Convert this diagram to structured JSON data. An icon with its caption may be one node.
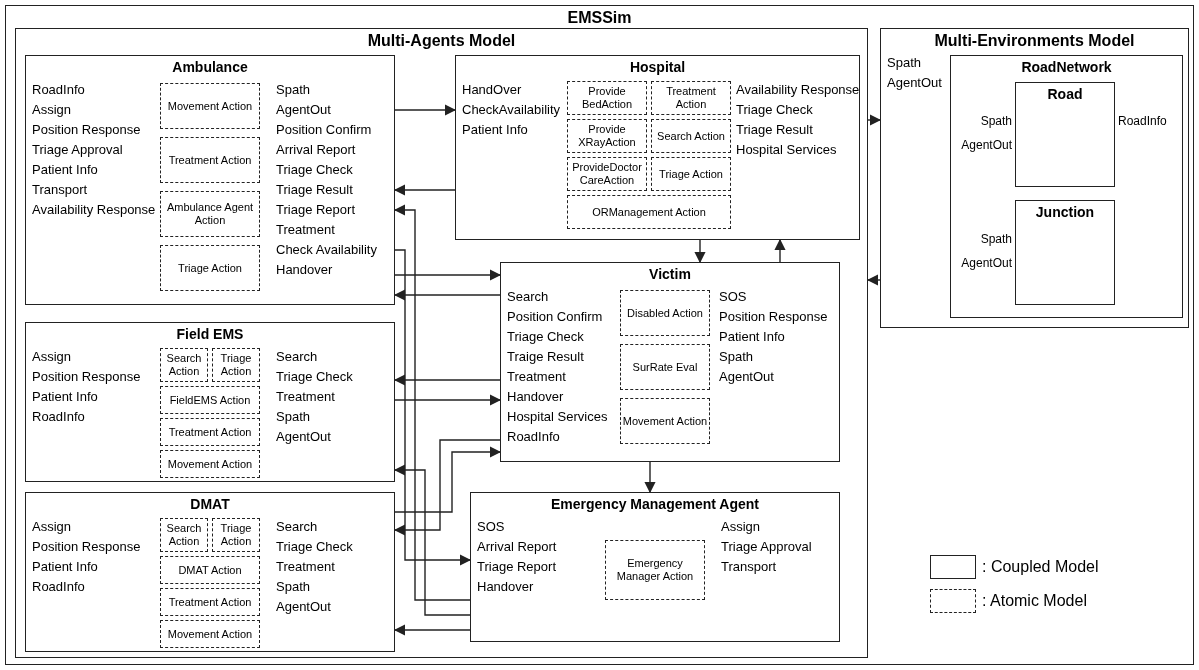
{
  "diagram": {
    "nodes": [
      {
        "text": [
          "EMSSim"
        ]
      },
      {
        "text": [
          "Multi-Agents Model"
        ],
        "in": 0
      },
      {
        "text": [
          "Ambulance"
        ],
        "in": 1,
        "beside": [
          "RoadInfo",
          "Assign",
          "Position Response",
          "Triage Approval",
          "Patient Info",
          "Transport",
          "Availability Response",
          "Spath",
          "AgentOut",
          "Position Confirm",
          "Arrival Report",
          "Triage Check",
          "Triage Result",
          "Triage Report",
          "Treatment",
          "Check Availability",
          "Handover"
        ]
      },
      {
        "text": [
          "Movement Action"
        ],
        "in": 2
      },
      {
        "text": [
          "Treatment Action"
        ],
        "in": 2
      },
      {
        "text": [
          "Ambulance Agent Action"
        ],
        "in": 2
      },
      {
        "text": [
          "Triage Action"
        ],
        "in": 2
      },
      {
        "text": [
          "Hospital"
        ],
        "in": 1,
        "beside": [
          "HandOver",
          "CheckAvailability",
          "Patient Info",
          "Availability Response",
          "Triage Check",
          "Triage Result",
          "Hospital Services"
        ]
      },
      {
        "text": [
          "Provide BedAction"
        ],
        "in": 7
      },
      {
        "text": [
          "Treatment Action"
        ],
        "in": 7
      },
      {
        "text": [
          "Provide XRayAction"
        ],
        "in": 7
      },
      {
        "text": [
          "Search Action"
        ],
        "in": 7
      },
      {
        "text": [
          "ProvideDoctor CareAction"
        ],
        "in": 7
      },
      {
        "text": [
          "Triage Action"
        ],
        "in": 7
      },
      {
        "text": [
          "ORManagement Action"
        ],
        "in": 7
      },
      {
        "text": [
          "Victim"
        ],
        "in": 1,
        "beside": [
          "Search",
          "Position Confirm",
          "Triage Check",
          "Traige Result",
          "Treatment",
          "Handover",
          "Hospital Services",
          "RoadInfo",
          "SOS",
          "Position Response",
          "Patient Info",
          "Spath",
          "AgentOut"
        ]
      },
      {
        "text": [
          "Disabled Action"
        ],
        "in": 15
      },
      {
        "text": [
          "SurRate Eval"
        ],
        "in": 15
      },
      {
        "text": [
          "Movement Action"
        ],
        "in": 15
      },
      {
        "text": [
          "Field EMS"
        ],
        "in": 1,
        "beside": [
          "Assign",
          "Position Response",
          "Patient Info",
          "RoadInfo",
          "Search",
          "Triage Check",
          "Treatment",
          "Spath",
          "AgentOut"
        ]
      },
      {
        "text": [
          "Search Action"
        ],
        "in": 19
      },
      {
        "text": [
          "Triage Action"
        ],
        "in": 19
      },
      {
        "text": [
          "FieldEMS Action"
        ],
        "in": 19
      },
      {
        "text": [
          "Treatment Action"
        ],
        "in": 19
      },
      {
        "text": [
          "Movement Action"
        ],
        "in": 19
      },
      {
        "text": [
          "DMAT"
        ],
        "in": 1,
        "beside": [
          "Assign",
          "Position Response",
          "Patient Info",
          "RoadInfo",
          "Search",
          "Triage Check",
          "Treatment",
          "Spath",
          "AgentOut"
        ]
      },
      {
        "text": [
          "Search Action"
        ],
        "in": 25
      },
      {
        "text": [
          "Triage Action"
        ],
        "in": 25
      },
      {
        "text": [
          "DMAT Action"
        ],
        "in": 25
      },
      {
        "text": [
          "Treatment Action"
        ],
        "in": 25
      },
      {
        "text": [
          "Movement Action"
        ],
        "in": 25
      },
      {
        "text": [
          "Emergency Management Agent"
        ],
        "in": 1,
        "beside": [
          "SOS",
          "Arrival Report",
          "Triage Report",
          "Handover",
          "Assign",
          "Triage Approval",
          "Transport"
        ]
      },
      {
        "text": [
          "Emergency Manager Action"
        ],
        "in": 31
      },
      {
        "text": [
          "Multi-Environments Model"
        ],
        "in": 0,
        "beside": [
          "Spath",
          "AgentOut"
        ]
      },
      {
        "text": [
          "RoadNetwork"
        ],
        "in": 33
      },
      {
        "text": [
          "Road"
        ],
        "in": 34,
        "beside": [
          "Spath",
          "AgentOut",
          "RoadInfo"
        ]
      },
      {
        "text": [
          "Junction"
        ],
        "in": 34,
        "beside": [
          "Spath",
          "AgentOut"
        ]
      }
    ],
    "edges": [
      {
        "from": 2,
        "to": 7,
        "arrow": "to"
      },
      {
        "from": 2,
        "to": 15,
        "arrow": "to"
      },
      {
        "from": 2,
        "to": 31,
        "arrow": "to"
      },
      {
        "from": 7,
        "to": 2,
        "arrow": "to"
      },
      {
        "from": 7,
        "to": 15,
        "arrow": "to"
      },
      {
        "from": 15,
        "to": 31,
        "arrow": "to"
      },
      {
        "from": 15,
        "to": 2,
        "arrow": "to"
      },
      {
        "from": 15,
        "to": 7,
        "arrow": "to"
      },
      {
        "from": 15,
        "to": 19,
        "arrow": "to"
      },
      {
        "from": 15,
        "to": 25,
        "arrow": "to"
      },
      {
        "from": 19,
        "to": 15,
        "arrow": "to"
      },
      {
        "from": 25,
        "to": 15,
        "arrow": "to"
      },
      {
        "from": 31,
        "to": 2,
        "arrow": "to"
      },
      {
        "from": 31,
        "to": 19,
        "arrow": "to"
      },
      {
        "from": 31,
        "to": 25,
        "arrow": "to"
      },
      {
        "from": 1,
        "to": 33,
        "arrow": "to"
      },
      {
        "from": 33,
        "to": 1,
        "arrow": "to"
      }
    ],
    "legend": [
      {
        "text": ": Coupled Model"
      },
      {
        "text": ": Atomic Model"
      }
    ]
  }
}
